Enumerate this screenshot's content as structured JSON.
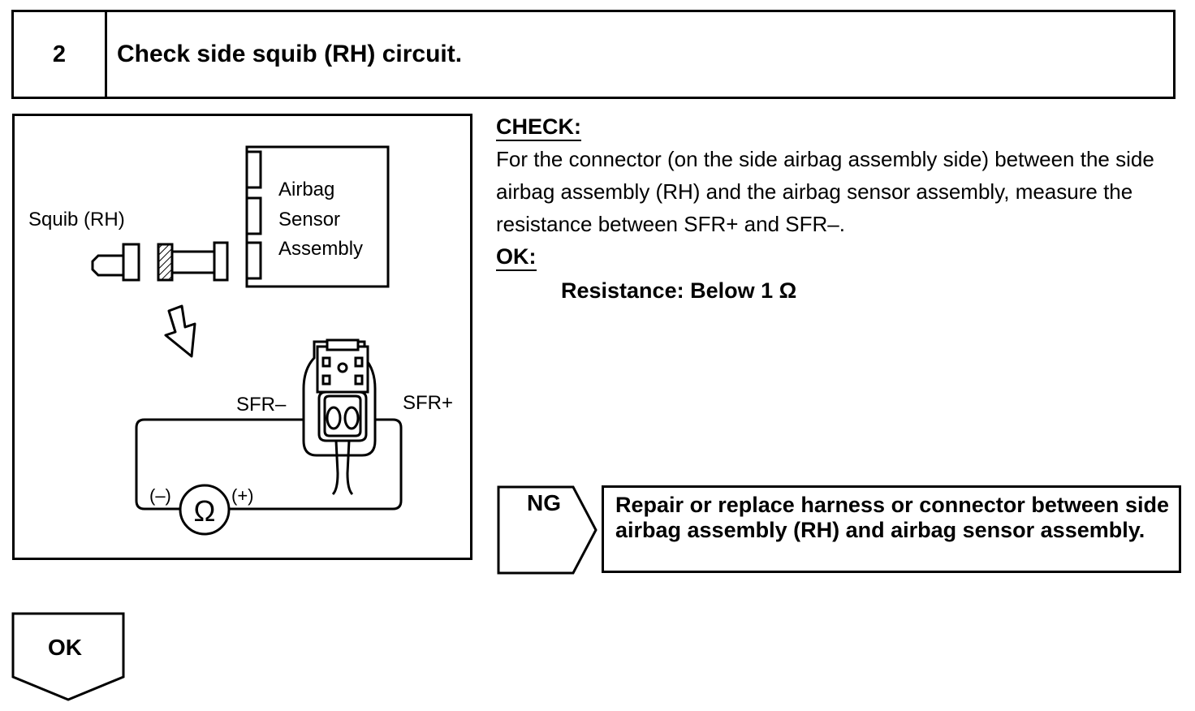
{
  "step": {
    "number": "2",
    "title": "Check side squib (RH) circuit."
  },
  "diagram": {
    "squib_label": "Squib (RH)",
    "sensor_label_lines": [
      "Airbag",
      "Sensor",
      "Assembly"
    ],
    "terminal_minus": "SFR–",
    "terminal_plus": "SFR+",
    "meter_neg": "(–)",
    "meter_pos": "(+)",
    "ohm_symbol": "Ω"
  },
  "check": {
    "heading": "CHECK:",
    "text": "For the connector (on the side airbag assembly side) between the side airbag assembly (RH) and the airbag sensor assembly, measure the resistance between SFR+ and SFR–.",
    "ok_heading": "OK:",
    "ok_value": "Resistance: Below 1 Ω"
  },
  "ng": {
    "label": "NG",
    "action": "Repair or replace harness or connector between side airbag assembly (RH) and airbag sensor assembly."
  },
  "ok_flow": {
    "label": "OK"
  }
}
